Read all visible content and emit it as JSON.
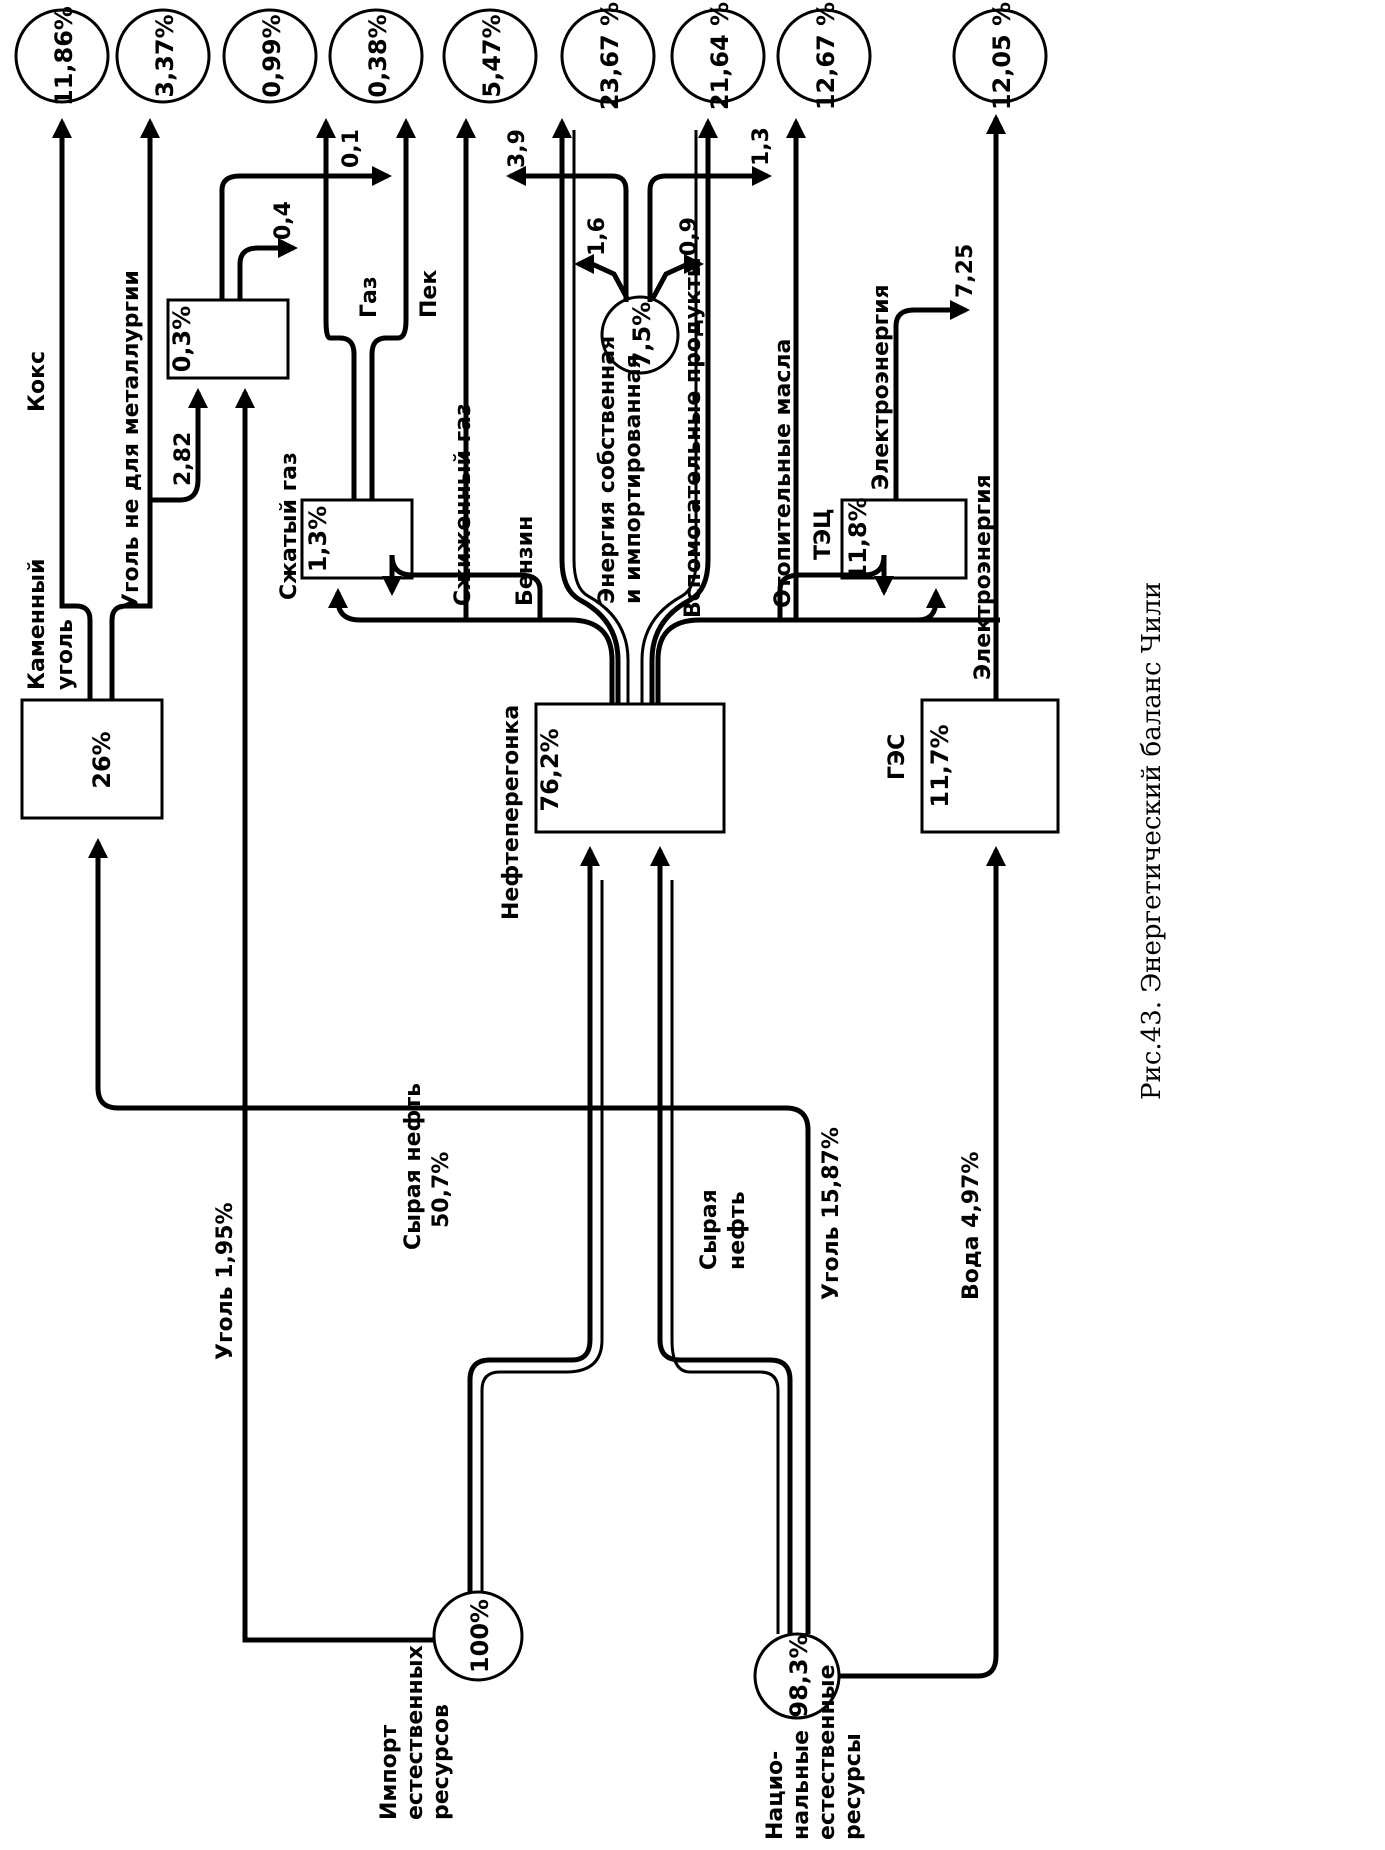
{
  "caption": "Рис.43. Энергетический баланс Чили",
  "sources": {
    "import_label": [
      "Импорт",
      "естественных",
      "ресурсов"
    ],
    "import_pct": "100%",
    "national_label": [
      "Нацио-",
      "нальные",
      "естественные",
      "ресурсы"
    ],
    "national_pct": "98,3%"
  },
  "inputs": {
    "coal_import": "Уголь 1,95%",
    "crude_import": [
      "Сырая нефть",
      "50,7%"
    ],
    "crude_national": [
      "Сырая",
      "нефть"
    ],
    "coal_national": "Уголь 15,87%",
    "water": "Вода 4,97%"
  },
  "nodes": {
    "coal": {
      "label": [
        "Каменный",
        "уголь"
      ],
      "pct": "26%"
    },
    "refinery": {
      "label": "Нефтеперегонка",
      "pct": "76,2%"
    },
    "hydro": {
      "label": "ГЭС",
      "pct": "11,7%"
    },
    "small_box": {
      "pct": "0,3%"
    },
    "gas_box": {
      "pct": "1,3%"
    },
    "own_energy": {
      "pct": "7,5%"
    },
    "chp": {
      "label": "ТЭЦ",
      "pct": "11,8%"
    }
  },
  "flows": {
    "koks": "Кокс",
    "coal_non_metal": "Уголь не для металлургии",
    "v282": "2,82",
    "v04": "0,4",
    "v01": "0,1",
    "gas": "Газ",
    "pek": "Пек",
    "compressed_gas": "Сжатый газ",
    "liquefied_gas": "Сжиженный газ",
    "gasoline": "Бензин",
    "own_energy": [
      "Энергия собственная",
      "и импортированная"
    ],
    "v39": "3,9",
    "v16": "1,6",
    "v09": "0,9",
    "v13": "1,3",
    "aux_products": "Вспомогательные продукты",
    "heating_oils": "Отопительные масла",
    "electricity_chp": "Электроэнергия",
    "v725": "7,25",
    "electricity_hydro": "Электроэнергия"
  },
  "outputs": [
    "11,86%",
    "3,37%",
    "0,99%",
    "0,38%",
    "5,47%",
    "23,67 %",
    "21,64 %",
    "12,67 %",
    "12,05 %"
  ]
}
